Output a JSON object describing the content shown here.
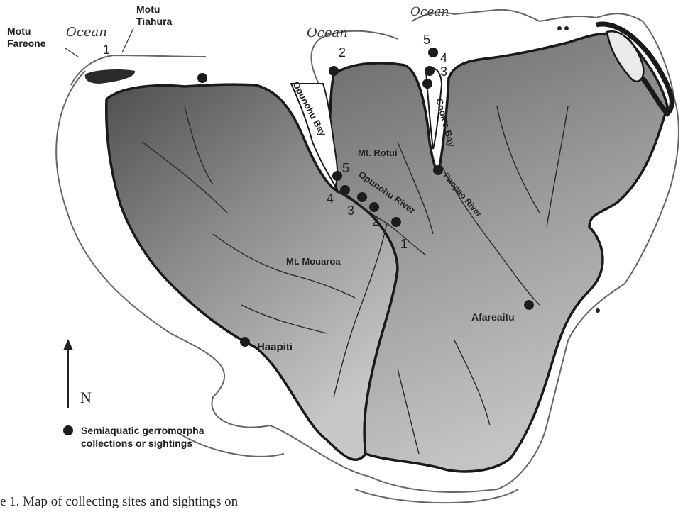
{
  "map": {
    "island_labels": {
      "motu_fareone": [
        "Motu",
        "Fareone"
      ],
      "motu_tiahura": [
        "Motu",
        "Tiahura"
      ],
      "ocean_left": "Ocean",
      "ocean_mid": "Ocean",
      "ocean_top": "Ocean",
      "opunohu_bay": "Opunohu Bay",
      "cooks_bay": "Cook's Bay",
      "mt_rotui": "Mt. Rotui",
      "opunohu_river": "Opunohu River",
      "paopao_river": "Paopao River",
      "mt_mouaroa": "Mt. Mouaroa",
      "afareaitu": "Afareaitu",
      "haapiti": "Haapiti"
    },
    "site_numbers": {
      "west_1": "1",
      "west_2": "2",
      "opunohu_5": "5",
      "opunohu_4": "4",
      "opunohu_3": "3",
      "opunohu_2": "2",
      "opunohu_1": "1",
      "cook_5": "5",
      "cook_4": "4",
      "cook_3": "3"
    },
    "north_label": "N",
    "legend": {
      "line1": "Semiaquatic gerromorpha",
      "line2": "collections or sightings"
    },
    "caption": "e 1.  Map of collecting sites and sightings on",
    "colors": {
      "land_dark": "#5a5a5a",
      "land_light": "#bdbdbd",
      "coast": "#1a1a1a",
      "reef": "#555555",
      "site_dot": "#1c1c1c"
    }
  }
}
